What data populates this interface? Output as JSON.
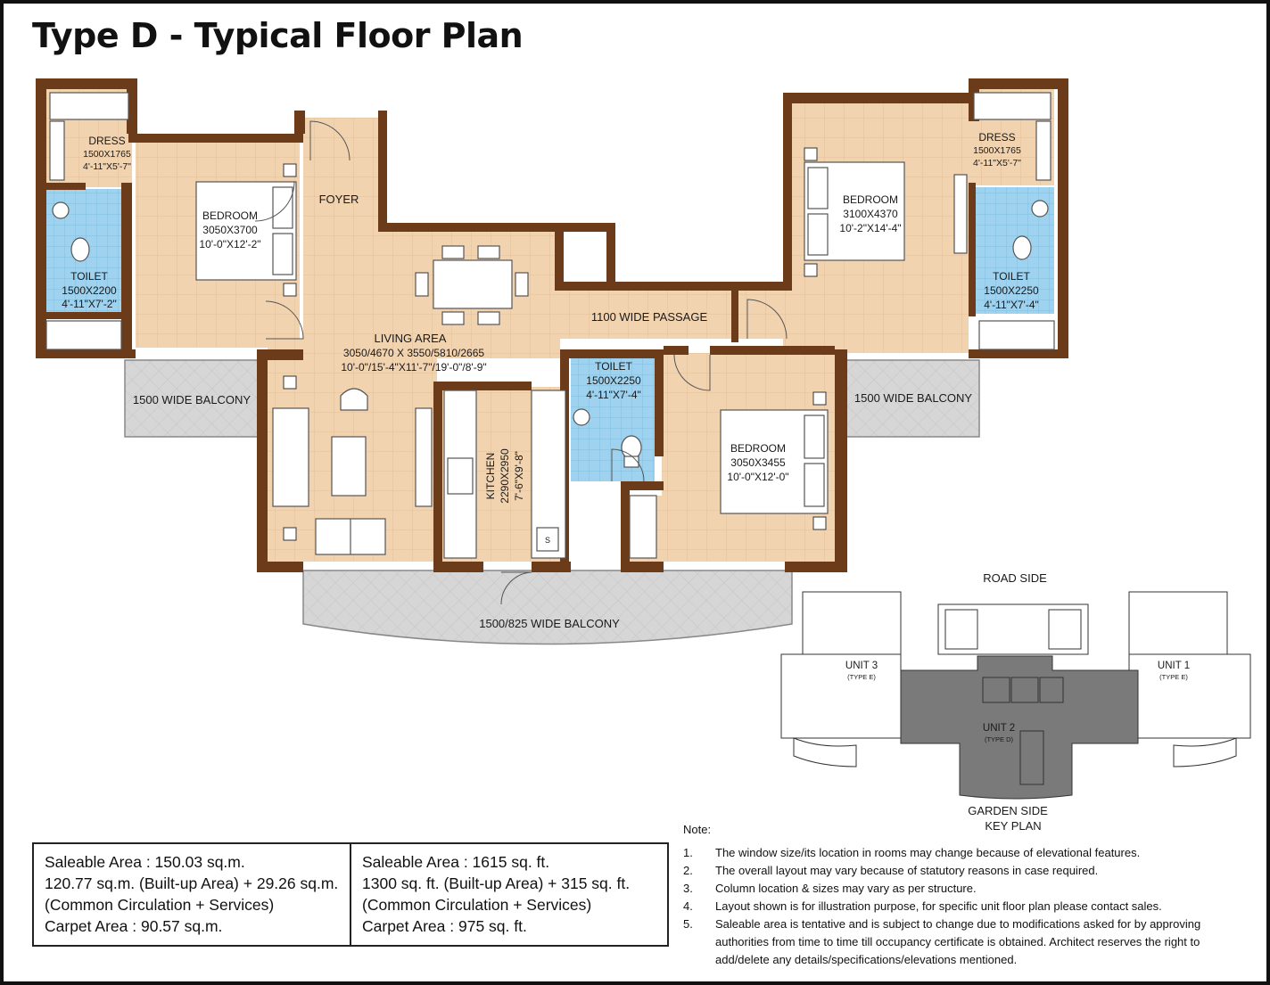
{
  "title": "Type D - Typical Floor Plan",
  "rooms": {
    "dress_left": [
      "DRESS",
      "1500X1765",
      "4'-11\"X5'-7\""
    ],
    "toilet_left": [
      "TOILET",
      "1500X2200",
      "4'-11\"X7'-2\""
    ],
    "bedroom_left": [
      "BEDROOM",
      "3050X3700",
      "10'-0\"X12'-2\""
    ],
    "foyer": "FOYER",
    "living": [
      "LIVING AREA",
      "3050/4670 X 3550/5810/2665",
      "10'-0\"/15'-4\"X11'-7\"/19'-0\"/8'-9\""
    ],
    "passage": "1100 WIDE PASSAGE",
    "bedroom_right": [
      "BEDROOM",
      "3100X4370",
      "10'-2\"X14'-4\""
    ],
    "dress_right": [
      "DRESS",
      "1500X1765",
      "4'-11\"X5'-7\""
    ],
    "toilet_right": [
      "TOILET",
      "1500X2250",
      "4'-11\"X7'-4\""
    ],
    "balcony_left": "1500 WIDE BALCONY",
    "balcony_right": "1500 WIDE BALCONY",
    "toilet_center": [
      "TOILET",
      "1500X2250",
      "4'-11\"X7'-4\""
    ],
    "kitchen": [
      "KITCHEN",
      "2290X2950",
      "7'-6\"X9'-8\""
    ],
    "bedroom_bottom": [
      "BEDROOM",
      "3050X3455",
      "10'-0\"X12'-0\""
    ],
    "balcony_bottom": "1500/825 WIDE BALCONY",
    "sink_mark": "S"
  },
  "key_plan": {
    "road_side": "ROAD SIDE",
    "garden_side": "GARDEN SIDE",
    "title": "KEY PLAN",
    "unit3": "UNIT 3",
    "unit3_type": "(TYPE E)",
    "unit1": "UNIT 1",
    "unit1_type": "(TYPE E)",
    "unit2": "UNIT 2",
    "unit2_type": "(TYPE D)"
  },
  "areas": {
    "metric": [
      "Saleable Area : 150.03 sq.m.",
      "120.77 sq.m. (Built-up Area) + 29.26 sq.m.",
      "(Common Circulation + Services)",
      "Carpet Area : 90.57 sq.m."
    ],
    "imperial": [
      "Saleable Area : 1615 sq. ft.",
      "1300 sq. ft. (Built-up Area) + 315 sq. ft.",
      "(Common Circulation + Services)",
      "Carpet Area : 975 sq. ft."
    ]
  },
  "notes": {
    "title": "Note:",
    "items": [
      {
        "num": "1.",
        "text": "The window size/its location in rooms may change because of elevational features."
      },
      {
        "num": "2.",
        "text": "The overall layout may vary because of statutory reasons in case required."
      },
      {
        "num": "3.",
        "text": "Column location & sizes may vary as per structure."
      },
      {
        "num": "4.",
        "text": "Layout shown is for illustration purpose, for specific unit floor plan please contact sales."
      },
      {
        "num": "5.",
        "text": "Saleable area is tentative and is subject to change due to modifications asked for by approving authorities from time to time till occupancy certificate is obtained. Architect reserves the right to add/delete any details/specifications/elevations mentioned."
      }
    ]
  },
  "colors": {
    "wall": "#6b3b1a",
    "floor": "#f2d3b0",
    "tile": "#9ed2ee",
    "balcony": "#d4d4d4",
    "key_highlight": "#7a7a7a"
  }
}
